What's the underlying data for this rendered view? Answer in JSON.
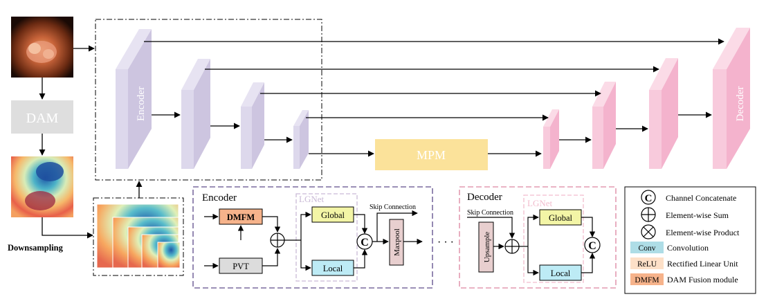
{
  "labels": {
    "dam": "DAM",
    "downsampling": "Downsampling",
    "encoder_block": "Encoder",
    "decoder_block": "Decoder",
    "mpm": "MPM",
    "encoder_panel_title": "Encoder",
    "decoder_panel_title": "Decoder",
    "lgnet": "LGNet",
    "dmfm": "DMFM",
    "pvt": "PVT",
    "global": "Global",
    "local": "Local",
    "skip_connection": "Skip Connection",
    "maxpool": "Maxpool",
    "upsample": "Upsample",
    "dots": "· · ·",
    "concat_symbol": "C"
  },
  "legend": [
    {
      "symbol": "C",
      "type": "circle-c",
      "label": "Channel Concatenate"
    },
    {
      "symbol": "+",
      "type": "circle-plus",
      "label": "Element-wise Sum"
    },
    {
      "symbol": "x",
      "type": "circle-times",
      "label": "Element-wise Product"
    },
    {
      "symbol": "Conv",
      "type": "swatch",
      "color": "#aedde6",
      "label": "Convolution"
    },
    {
      "symbol": "ReLU",
      "type": "swatch",
      "color": "#fde0c8",
      "label": "Rectified Linear Unit"
    },
    {
      "symbol": "DMFM",
      "type": "swatch",
      "color": "#f6b38b",
      "label": "DAM Fusion module"
    }
  ],
  "colors": {
    "encoder": "#d8d2e8",
    "decoder": "#f7c4d8",
    "mpm": "#fbe29a",
    "dam": "#dedede",
    "global": "#f3f5a6",
    "local": "#bdebf5",
    "dmfm": "#f6b38b",
    "pvt": "#dcdcdc",
    "maxpool": "#e8cfcf",
    "upsample": "#e8cfcf",
    "encoder_frame": "#7a6a9e",
    "decoder_frame": "#e39ab0",
    "lgnet_frame": "#c9b9d6"
  }
}
